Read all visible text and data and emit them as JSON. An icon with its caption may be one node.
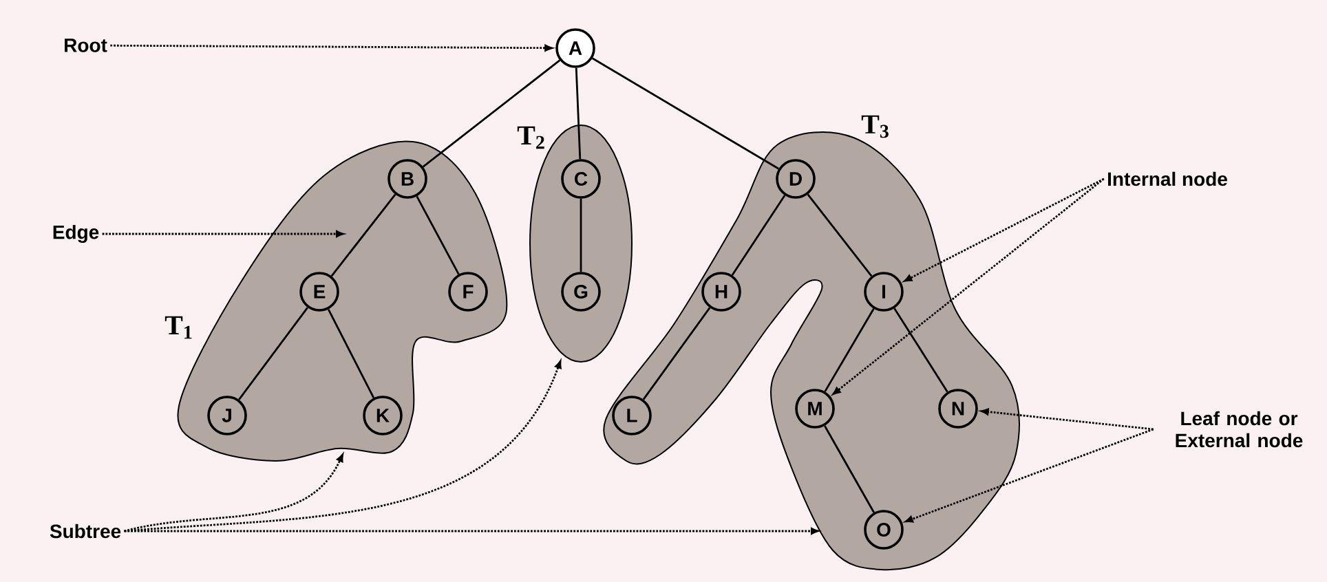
{
  "diagram": {
    "nodes": [
      {
        "text": [
          "Root"
        ]
      },
      {
        "text": [
          "A"
        ]
      },
      {
        "text": [
          "T$_{1}$"
        ]
      },
      {
        "text": [
          "B"
        ],
        "in": 2
      },
      {
        "text": [
          "E"
        ],
        "in": 2
      },
      {
        "text": [
          "F"
        ],
        "in": 2
      },
      {
        "text": [
          "J"
        ],
        "in": 2
      },
      {
        "text": [
          "K"
        ],
        "in": 2
      },
      {
        "text": [
          "T$_{2}$"
        ]
      },
      {
        "text": [
          "C"
        ],
        "in": 8
      },
      {
        "text": [
          "G"
        ],
        "in": 8
      },
      {
        "text": [
          "T$_{3}$"
        ]
      },
      {
        "text": [
          "D"
        ],
        "in": 11
      },
      {
        "text": [
          "H"
        ],
        "in": 11
      },
      {
        "text": [
          "I"
        ],
        "in": 11
      },
      {
        "text": [
          "L"
        ],
        "in": 11
      },
      {
        "text": [
          "M"
        ],
        "in": 11
      },
      {
        "text": [
          "N"
        ],
        "in": 11
      },
      {
        "text": [
          "O"
        ],
        "in": 11
      },
      {
        "text": [
          "Edge"
        ]
      },
      {
        "text": [
          "Internal node"
        ]
      },
      {
        "text": [
          "Leaf node or External node"
        ]
      },
      {
        "text": [
          "Subtree"
        ]
      }
    ],
    "edges": [
      {
        "from": 1,
        "to": 3,
        "arrow": "none"
      },
      {
        "from": 1,
        "to": 9,
        "arrow": "none"
      },
      {
        "from": 1,
        "to": 12,
        "arrow": "none"
      },
      {
        "from": 3,
        "to": 4,
        "arrow": "none"
      },
      {
        "from": 3,
        "to": 5,
        "arrow": "none"
      },
      {
        "from": 4,
        "to": 6,
        "arrow": "none"
      },
      {
        "from": 4,
        "to": 7,
        "arrow": "none"
      },
      {
        "from": 9,
        "to": 10,
        "arrow": "none"
      },
      {
        "from": 12,
        "to": 13,
        "arrow": "none"
      },
      {
        "from": 12,
        "to": 14,
        "arrow": "none"
      },
      {
        "from": 13,
        "to": 15,
        "arrow": "none"
      },
      {
        "from": 14,
        "to": 16,
        "arrow": "none"
      },
      {
        "from": 14,
        "to": 17,
        "arrow": "none"
      },
      {
        "from": 16,
        "to": 18,
        "arrow": "none"
      },
      {
        "from": 0,
        "to": 1,
        "arrow": "to",
        "style": "dashed"
      },
      {
        "from": 19,
        "to": null,
        "arrow": "to",
        "style": "dashed"
      },
      {
        "from": 20,
        "to": 14,
        "arrow": "to",
        "style": "dashed"
      },
      {
        "from": 20,
        "to": 16,
        "arrow": "to",
        "style": "dashed"
      },
      {
        "from": 21,
        "to": 17,
        "arrow": "to",
        "style": "dashed"
      },
      {
        "from": 21,
        "to": 18,
        "arrow": "to",
        "style": "dashed"
      },
      {
        "from": 22,
        "to": 2,
        "arrow": "to",
        "style": "dashed"
      },
      {
        "from": 22,
        "to": 8,
        "arrow": "to",
        "style": "dashed"
      },
      {
        "from": 22,
        "to": 11,
        "arrow": "to",
        "style": "dashed"
      }
    ]
  }
}
